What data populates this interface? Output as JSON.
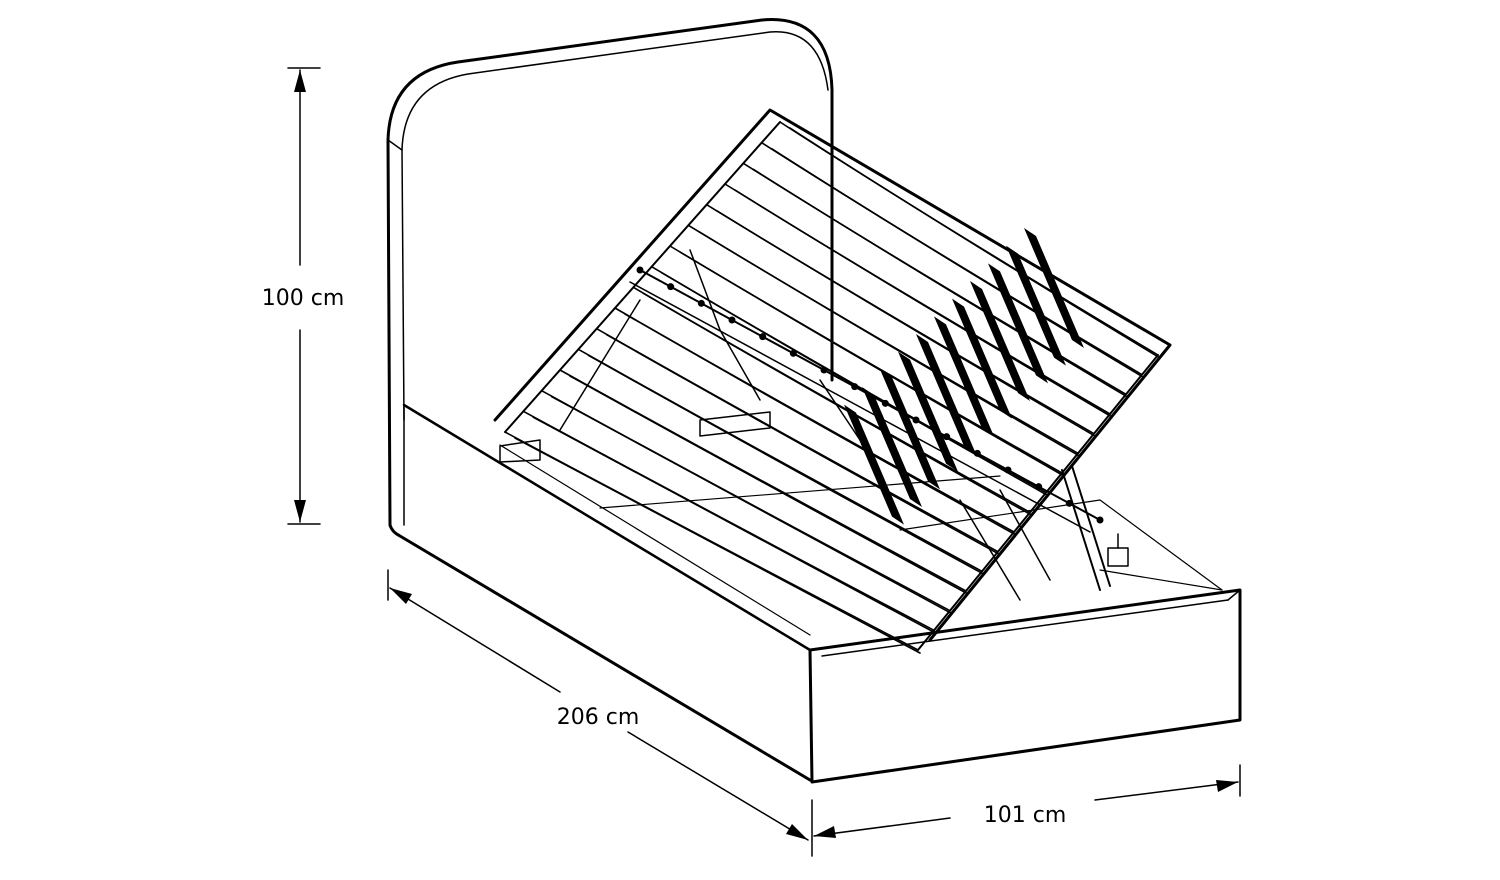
{
  "dimensions": {
    "height_label": "100 cm",
    "length_label": "206 cm",
    "width_label": "101 cm"
  },
  "colors": {
    "line": "#000000",
    "background": "#ffffff"
  }
}
